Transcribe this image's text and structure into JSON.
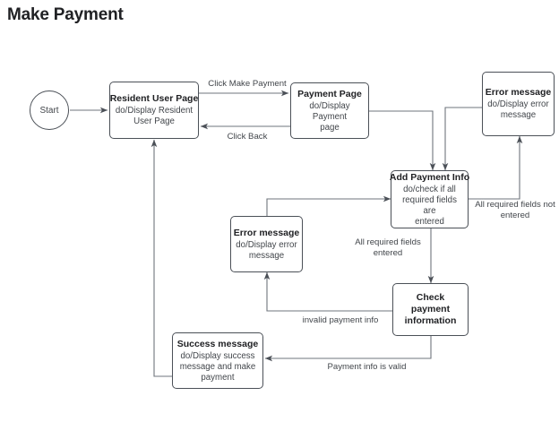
{
  "page": {
    "title": "Make Payment",
    "diagram_type": "uml-state-diagram",
    "background_color": "#ffffff",
    "stroke_color": "#4b5057",
    "text_color": "#3c4043"
  },
  "nodes": {
    "start": {
      "label": "Start",
      "shape": "circle"
    },
    "resident_user_page": {
      "name": "Resident User Page",
      "activity": "do/Display Resident\nUser Page"
    },
    "payment_page": {
      "name": "Payment Page",
      "activity": "do/Display Payment\npage"
    },
    "error_message_top": {
      "name": "Error message",
      "activity": "do/Display error\nmessage"
    },
    "add_payment_info": {
      "name": "Add Payment Info",
      "activity": "do/check if all\nrequired fields  are\nentered"
    },
    "error_message_mid": {
      "name": "Error message",
      "activity": "do/Display error\nmessage"
    },
    "check_payment_information": {
      "name": "Check payment\ninformation",
      "activity": ""
    },
    "success_message": {
      "name": "Success message",
      "activity": "do/Display success\nmessage and make\npayment"
    }
  },
  "edge_labels": {
    "click_make_payment": "Click Make Payment",
    "click_back": "Click Back",
    "all_required_fields_not_entered": "All required fields not\nentered",
    "all_required_fields_entered": "All required fields\nentered",
    "invalid_payment_info": "invalid payment info",
    "payment_info_is_valid": "Payment info is valid"
  }
}
